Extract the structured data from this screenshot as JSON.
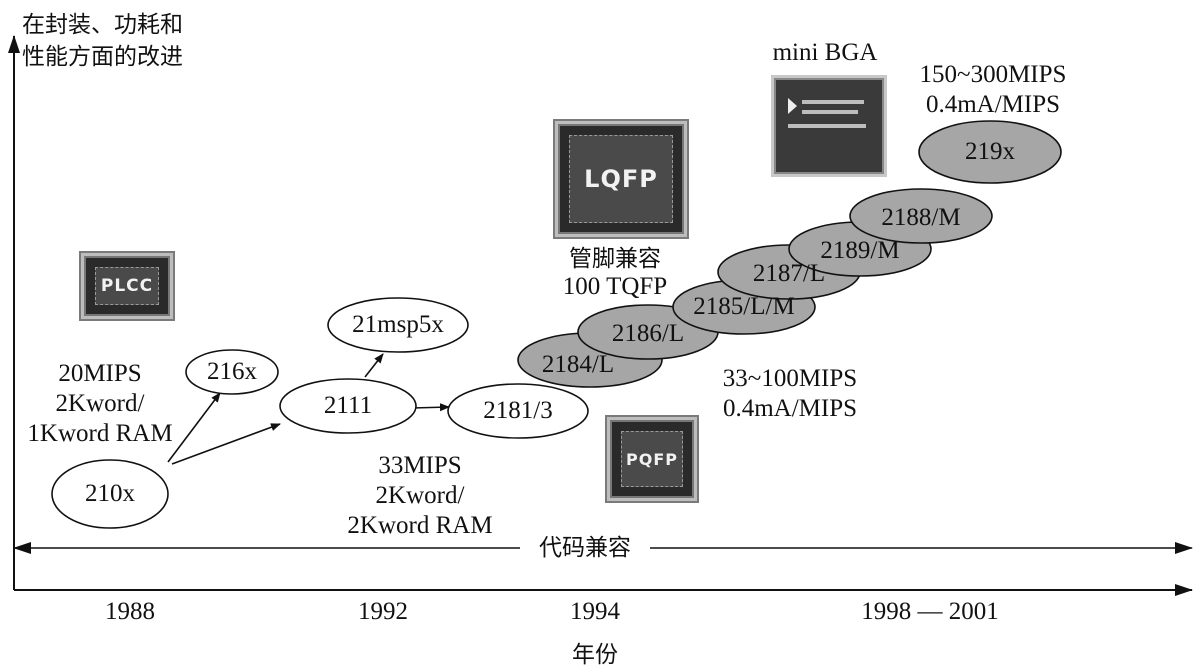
{
  "y_axis_label": [
    "在封装、功耗和",
    "性能方面的改进"
  ],
  "x_axis_label": "年份",
  "years": [
    "1988",
    "1992",
    "1994",
    "1998 — 2001"
  ],
  "code_compat": "代码兼容",
  "nodes": {
    "n210x": "210x",
    "n216x": "216x",
    "n2111": "2111",
    "n21msp5x": "21msp5x",
    "n2181": "2181/3",
    "n2184": "2184/L",
    "n2186": "2186/L",
    "n2185": "2185/L/M",
    "n2187": "2187/L",
    "n2189": "2189/M",
    "n2188": "2188/M",
    "n219x": "219x"
  },
  "specs": {
    "first": [
      "20MIPS",
      "2Kword/",
      "1Kword RAM"
    ],
    "second": [
      "33MIPS",
      "2Kword/",
      "2Kword RAM"
    ],
    "third": [
      "33~100MIPS",
      "0.4mA/MIPS"
    ],
    "fourth": [
      "150~300MIPS",
      "0.4mA/MIPS"
    ]
  },
  "pin_compat": [
    "管脚兼容",
    "100 TQFP"
  ],
  "mini_bga": "mini BGA",
  "chips": {
    "plcc": "PLCC",
    "lqfp": "LQFP",
    "pqfp": "PQFP"
  },
  "colors": {
    "ink": "#111111",
    "shaded": "#a6a6a6"
  }
}
